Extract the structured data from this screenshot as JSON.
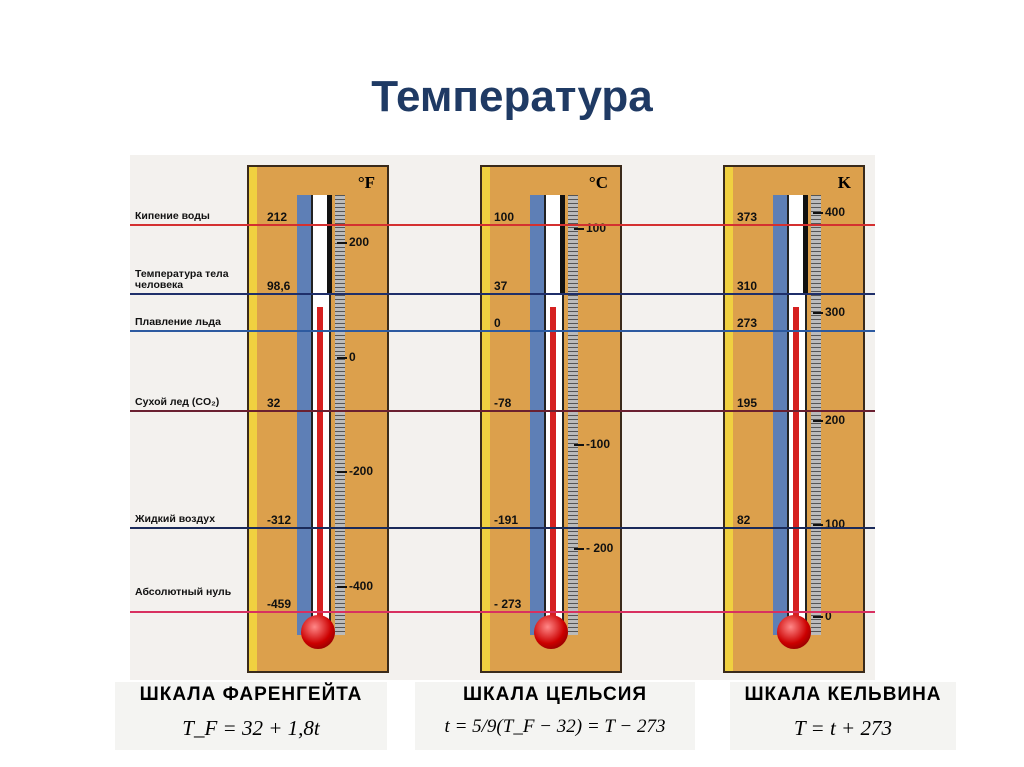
{
  "title": "Температура",
  "levels": [
    {
      "label": "Кипение воды",
      "color": "#d43030",
      "F": "212",
      "C": "100",
      "K": "373"
    },
    {
      "label": "Температура тела человека",
      "color": "#1f2f6a",
      "F": "98,6",
      "C": "37",
      "K": "310"
    },
    {
      "label": "Плавление льда",
      "color": "#2d5aa0",
      "F": "",
      "C": "0",
      "K": "273"
    },
    {
      "label": "Сухой лед (CO₂)",
      "color": "#6a2030",
      "F": "32",
      "C": "-78",
      "K": "195"
    },
    {
      "label": "Жидкий воздух",
      "color": "#1a2a5a",
      "F": "-312",
      "C": "-191",
      "K": "82"
    },
    {
      "label": "Абсолютный нуль",
      "color": "#d83060",
      "F": "-459",
      "C": "- 273",
      "K": ""
    }
  ],
  "thermometers": [
    {
      "unit": "°F",
      "ticks": [
        "200",
        "0",
        "-200",
        "-400"
      ]
    },
    {
      "unit": "°C",
      "ticks": [
        "100",
        "-100",
        "- 200"
      ]
    },
    {
      "unit": "K",
      "ticks": [
        "400",
        "300",
        "200",
        "100",
        "0"
      ]
    }
  ],
  "captions": [
    {
      "heading": "ШКАЛА ФАРЕНГЕЙТА",
      "formula": "T_F = 32 + 1,8t"
    },
    {
      "heading": "ШКАЛА ЦЕЛЬСИЯ",
      "formula": "t = 5/9(T_F − 32) = T − 273"
    },
    {
      "heading": "ШКАЛА КЕЛЬВИНА",
      "formula": "T = t + 273"
    }
  ]
}
